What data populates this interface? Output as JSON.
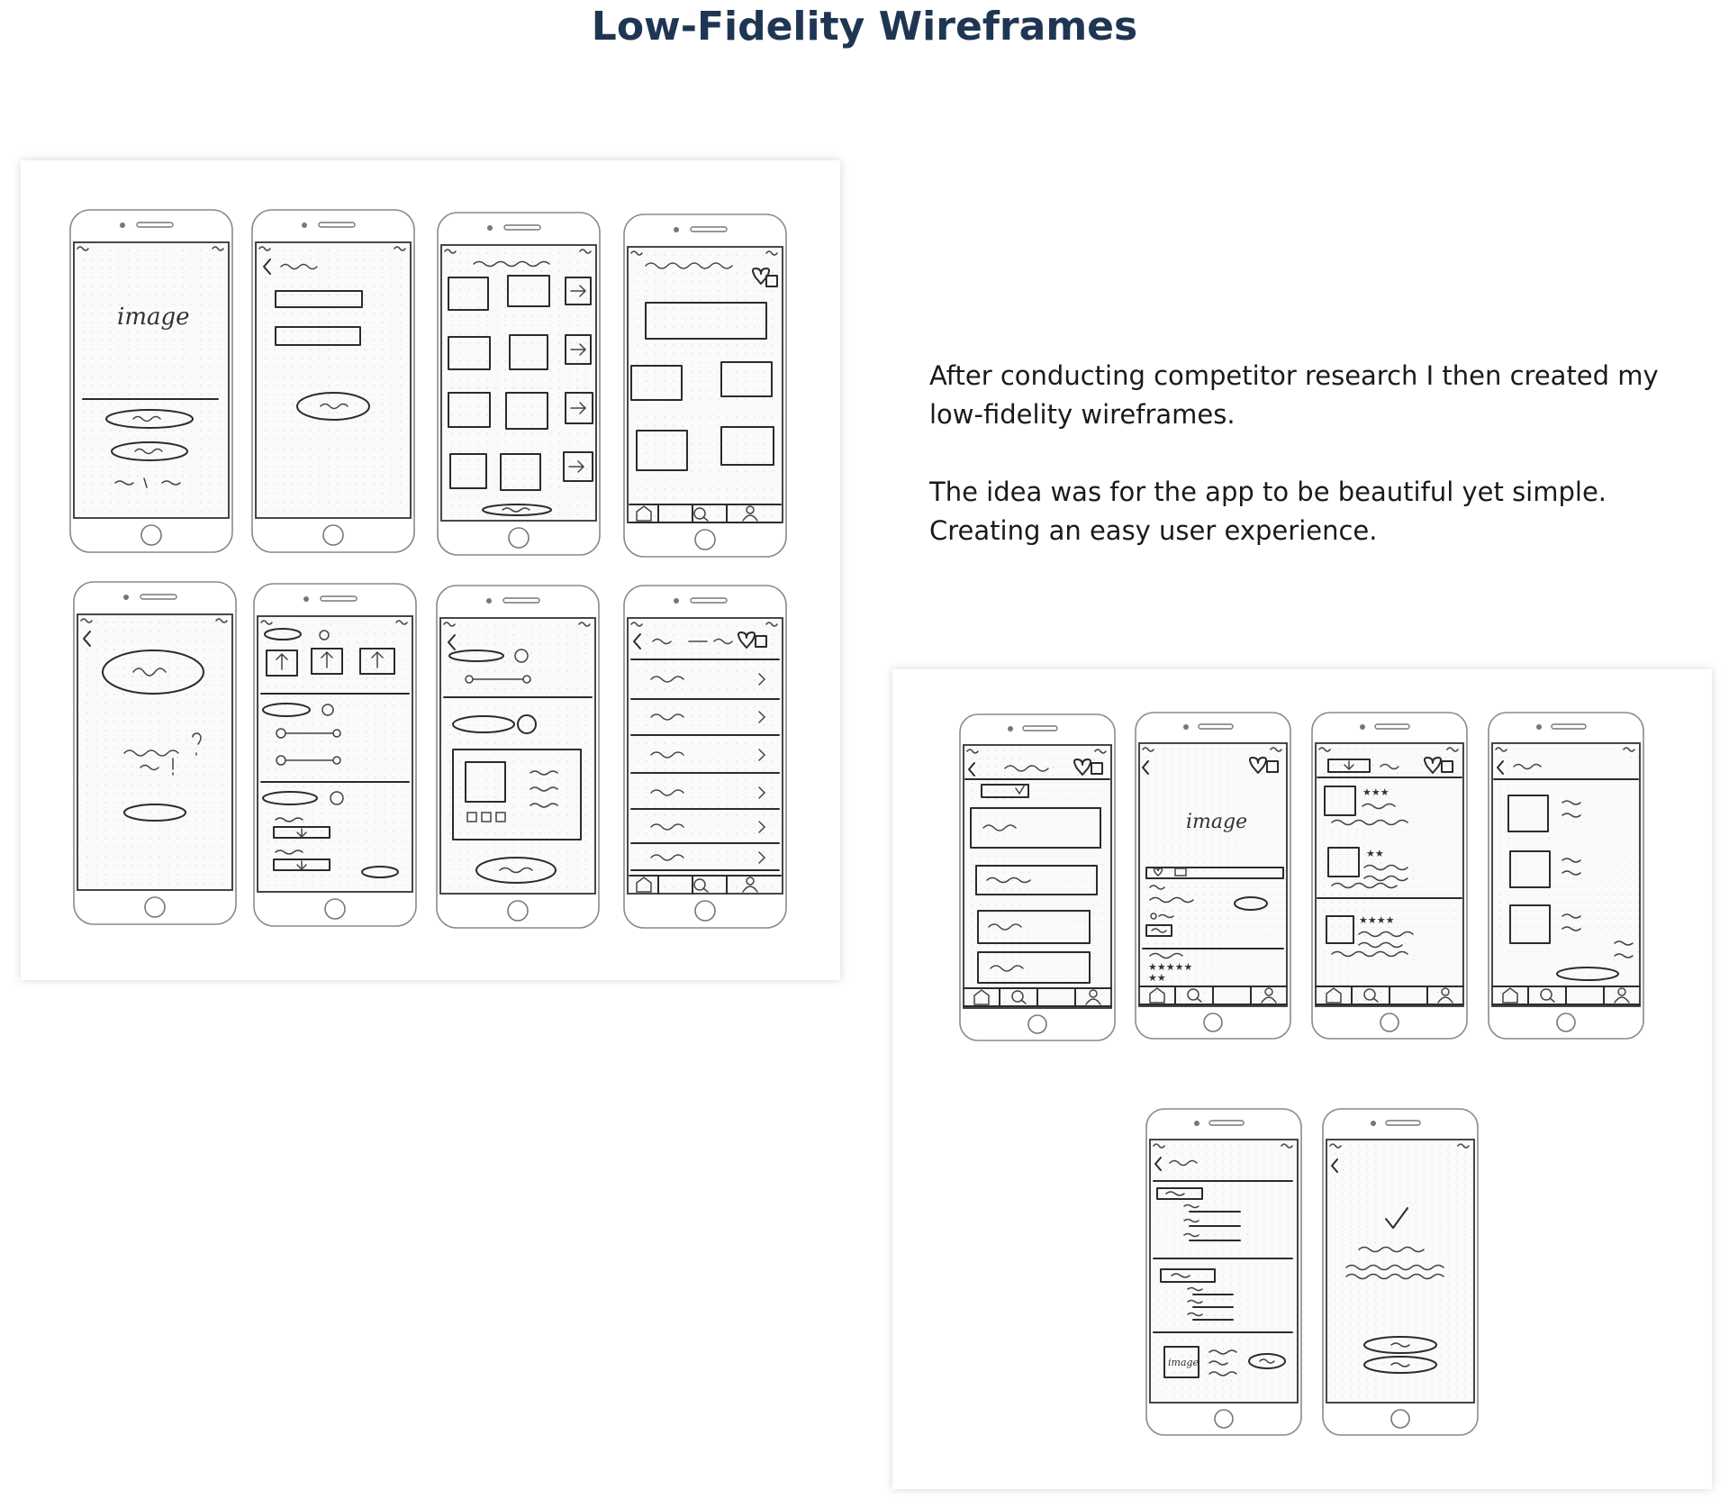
{
  "title": "Low-Fidelity Wireframes",
  "description": {
    "paragraph_1": "After conducting competitor research I then created my low-fidelity wireframes.",
    "paragraph_2": "The idea was for the app to be beautiful yet simple. Creating an easy user experience."
  },
  "sketch_labels": {
    "image": "image",
    "image_small": "image"
  }
}
